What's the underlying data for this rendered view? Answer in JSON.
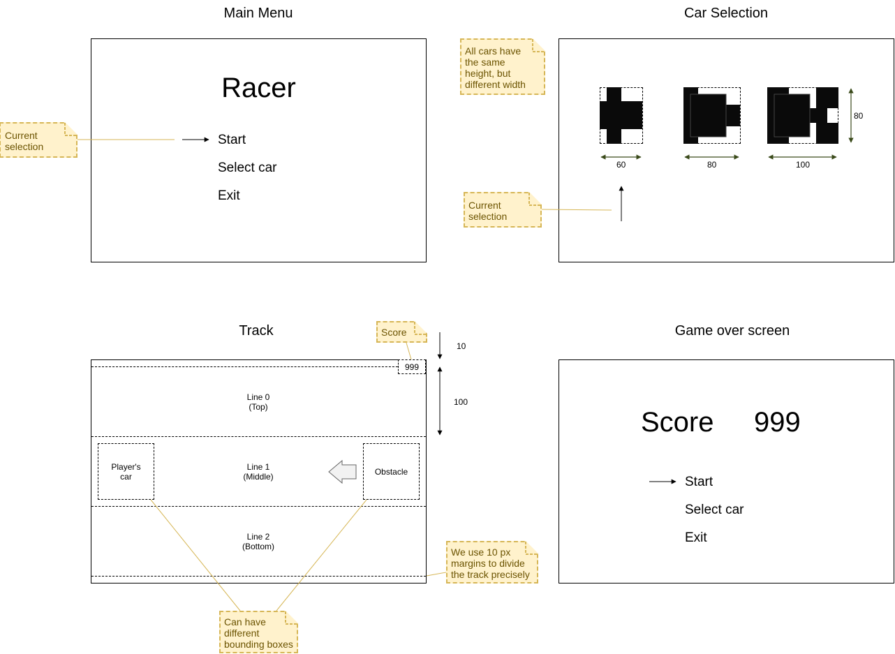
{
  "main_menu": {
    "title": "Main Menu",
    "game_name": "Racer",
    "items": [
      "Start",
      "Select car",
      "Exit"
    ]
  },
  "car_selection": {
    "title": "Car Selection",
    "widths": [
      "60",
      "80",
      "100"
    ],
    "height": "80"
  },
  "track": {
    "title": "Track",
    "score_value": "999",
    "lines": [
      {
        "name": "Line 0",
        "sub": "(Top)"
      },
      {
        "name": "Line 1",
        "sub": "(Middle)"
      },
      {
        "name": "Line 2",
        "sub": "(Bottom)"
      }
    ],
    "player_car": "Player's car",
    "obstacle": "Obstacle",
    "margin_dim": "10",
    "lane_dim": "100"
  },
  "game_over": {
    "title": "Game over screen",
    "score_label": "Score",
    "score_value": "999",
    "items": [
      "Start",
      "Select car",
      "Exit"
    ]
  },
  "notes": {
    "current_selection_menu": "Current selection",
    "cars_same_height": "All cars have the same height, but different width",
    "current_selection_cars": "Current selection",
    "score": "Score",
    "margins": "We use 10 px margins to divide the track precisely",
    "bounding_boxes": "Can have different bounding boxes"
  },
  "colors": {
    "note_fill": "#fff2cc",
    "note_border": "#d6b656",
    "note_text": "#6b5300",
    "connector": "#d6b656",
    "dimension_arrow": "#3a4a1a"
  }
}
